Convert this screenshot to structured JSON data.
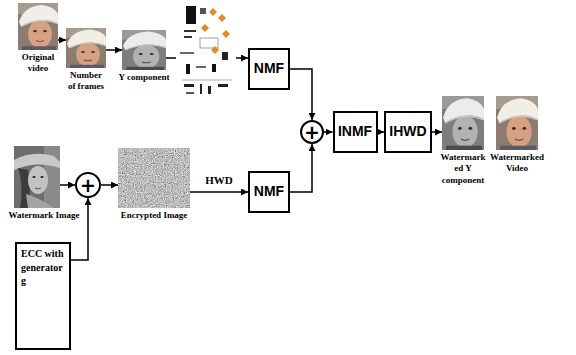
{
  "diagram": {
    "nodes": [
      {
        "text": [
          "Original video"
        ]
      },
      {
        "text": [
          "Number of frames"
        ]
      },
      {
        "text": [
          "Y component"
        ]
      },
      {
        "text": [
          "NMF"
        ]
      },
      {
        "text": [
          "+"
        ]
      },
      {
        "text": [
          "INMF"
        ]
      },
      {
        "text": [
          "IHWD"
        ]
      },
      {
        "text": [
          "Watermarked Y component"
        ]
      },
      {
        "text": [
          "Watermarked Video"
        ]
      },
      {
        "text": [
          "Watermark Image"
        ]
      },
      {
        "text": [
          "+"
        ]
      },
      {
        "text": [
          "Encrypted Image"
        ]
      },
      {
        "text": [
          "NMF"
        ]
      },
      {
        "text": [
          "ECC with generator g"
        ]
      }
    ],
    "edges": [
      {
        "from": 0,
        "to": 1,
        "arrow": "to"
      },
      {
        "from": 1,
        "to": 2,
        "arrow": "to"
      },
      {
        "from": 2,
        "to": 3,
        "arrow": "to"
      },
      {
        "from": 3,
        "to": 4,
        "arrow": "to"
      },
      {
        "from": 12,
        "to": 4,
        "arrow": "to"
      },
      {
        "from": 4,
        "to": 5,
        "arrow": "to"
      },
      {
        "from": 5,
        "to": 6,
        "arrow": "to"
      },
      {
        "from": 6,
        "to": 7,
        "arrow": "to"
      },
      {
        "from": 9,
        "to": 10,
        "arrow": "to"
      },
      {
        "from": 13,
        "to": 10,
        "arrow": "to"
      },
      {
        "from": 10,
        "to": 11,
        "arrow": "to"
      },
      {
        "from": 11,
        "to": 12,
        "label": "HWD",
        "arrow": "to"
      }
    ]
  }
}
